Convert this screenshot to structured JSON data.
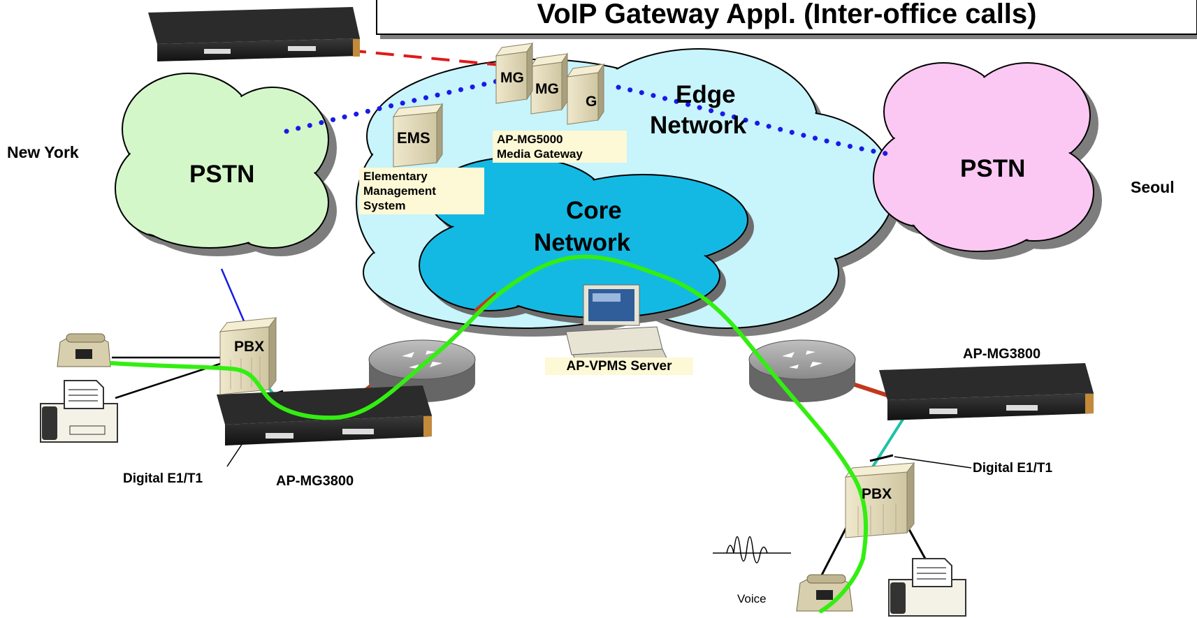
{
  "title": "VoIP Gateway Appl. (Inter-office calls)",
  "clouds": {
    "pstn_left": "PSTN",
    "pstn_right": "PSTN",
    "edge_line1": "Edge",
    "edge_line2": "Network",
    "core_line1": "Core",
    "core_line2": "Network"
  },
  "cities": {
    "left": "New York",
    "right": "Seoul"
  },
  "equipment": {
    "mg_unit": "MG",
    "mg_unit_partial": "G",
    "ems": "EMS",
    "pbx": "PBX",
    "mg5000_line1": "AP-MG5000",
    "mg5000_line2": "Media Gateway",
    "ems_line1": "Elementary",
    "ems_line2": "Management",
    "ems_line3": "System",
    "vpms": "AP-VPMS Server",
    "mg3800": "AP-MG3800"
  },
  "links": {
    "digital": "Digital E1/T1"
  },
  "voice": "Voice",
  "colors": {
    "pstn_left": "#d3f7c9",
    "pstn_right": "#fbc8f3",
    "edge_network": "#c8f4fb",
    "core_network": "#14b9e3",
    "call_path": "#33ee11",
    "signaling": "#1a1ae6",
    "ip_link": "#e01a1a"
  }
}
